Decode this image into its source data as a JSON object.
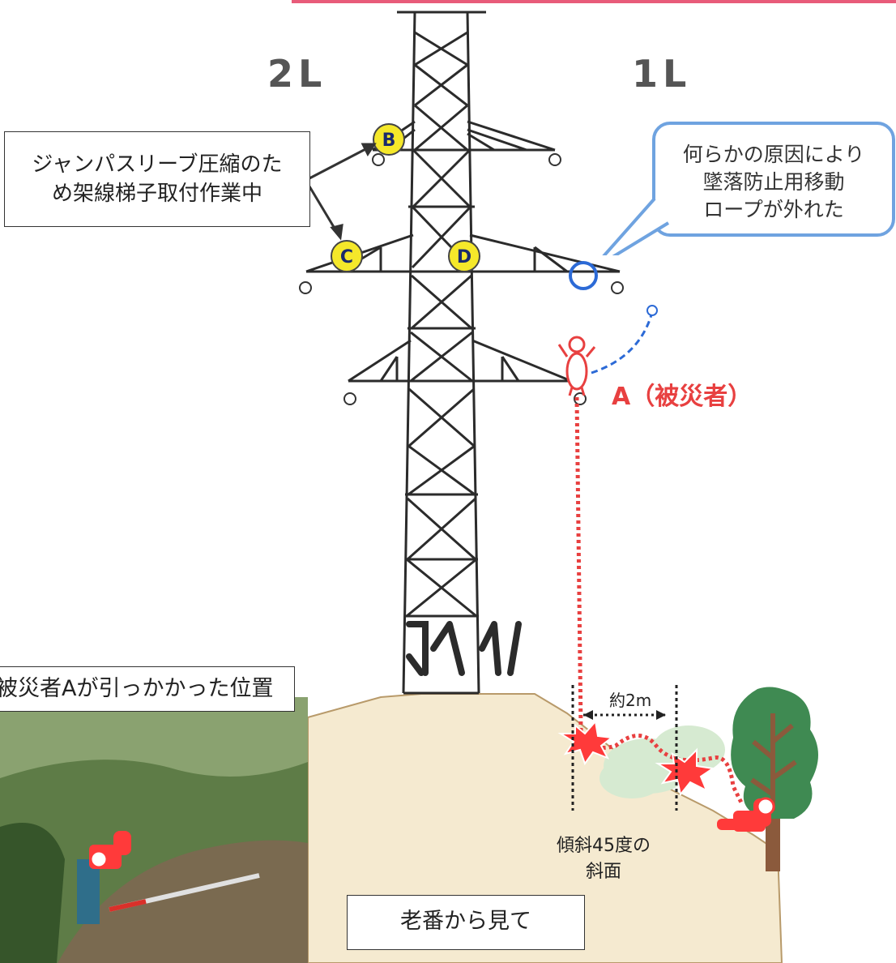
{
  "labels": {
    "circuit_left": "2L",
    "circuit_right": "1L",
    "work_note": "ジャンパスリーブ圧縮のため架線梯子取付作業中",
    "work_note_lines": [
      "ジャンパスリーブ圧縮のた",
      "め架線梯子取付作業中"
    ],
    "callout_lines": [
      "何らかの原因により",
      "墜落防止用移動",
      "ロープが外れた"
    ],
    "victim": "A（被災者）",
    "distance": "約2m",
    "slope_lines": [
      "傾斜45度の",
      "斜面"
    ],
    "photo_caption": "被災者Aが引っかかった位置",
    "view_from": "老番から見て",
    "markers": [
      "B",
      "C",
      "D"
    ]
  },
  "colors": {
    "accent_red": "#e84040",
    "callout_border": "#6fa3e0",
    "marker_fill": "#f5e82a",
    "ground": "#f5ead0",
    "tree_green": "#3f8a52",
    "bush": "#d6ead1",
    "rope_blue": "#2c6ad6"
  },
  "icons": [
    "tower-icon",
    "worker-icon",
    "impact-icon",
    "tree-icon",
    "bush-icon"
  ]
}
